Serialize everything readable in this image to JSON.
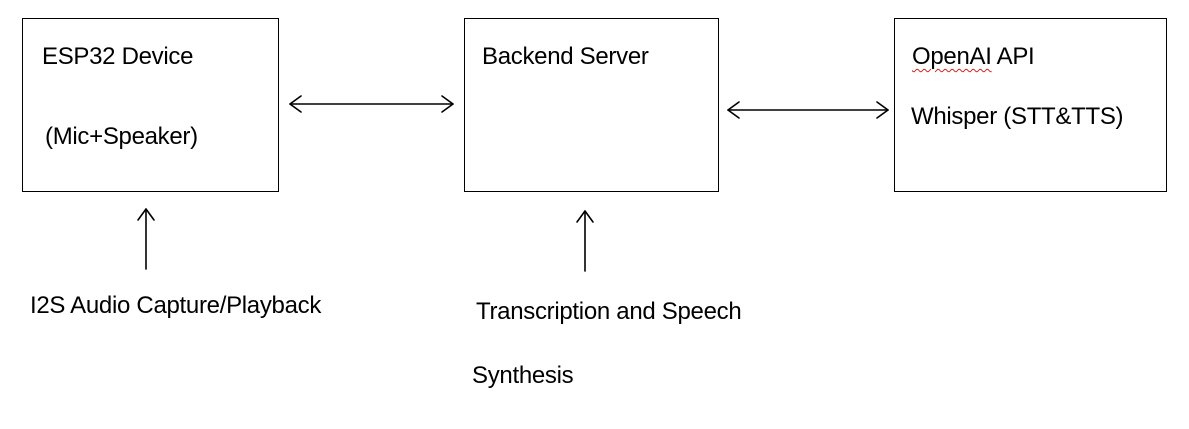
{
  "nodes": {
    "esp32": {
      "title": "ESP32 Device",
      "subtitle": "(Mic+Speaker)"
    },
    "backend": {
      "title": "Backend Server"
    },
    "openai": {
      "title_underlined": "OpenAI",
      "title_rest": " API",
      "subtitle": "Whisper (STT&TTS)"
    }
  },
  "annotations": {
    "esp32_input": "I2S Audio Capture/Playback",
    "backend_input_line1": "Transcription and Speech",
    "backend_input_line2": "Synthesis"
  },
  "edges": [
    {
      "from": "esp32",
      "to": "backend",
      "direction": "bidirectional"
    },
    {
      "from": "backend",
      "to": "openai",
      "direction": "bidirectional"
    },
    {
      "from": "annotations.esp32_input",
      "to": "esp32",
      "direction": "up"
    },
    {
      "from": "annotations.backend_input",
      "to": "backend",
      "direction": "up"
    }
  ],
  "colors": {
    "line": "#000000",
    "spellcheck_underline": "#d21f1f"
  }
}
